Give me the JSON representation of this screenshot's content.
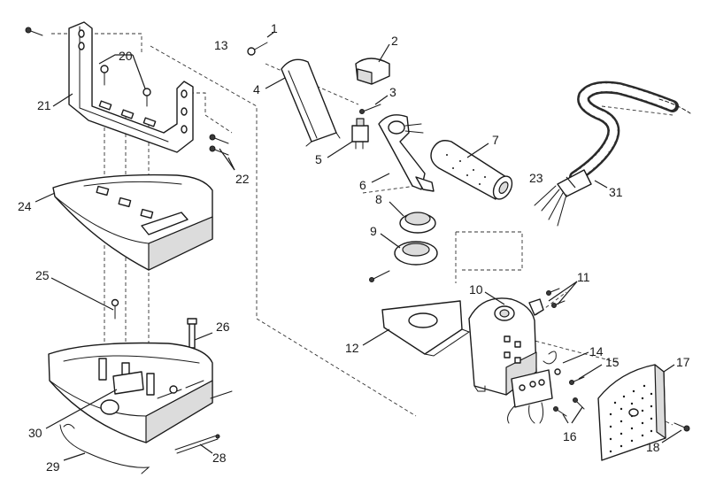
{
  "labels": [
    {
      "id": "1",
      "text": "1"
    },
    {
      "id": "2",
      "text": "2"
    },
    {
      "id": "3",
      "text": "3"
    },
    {
      "id": "4",
      "text": "4"
    },
    {
      "id": "5",
      "text": "5"
    },
    {
      "id": "6",
      "text": "6"
    },
    {
      "id": "7",
      "text": "7"
    },
    {
      "id": "8",
      "text": "8"
    },
    {
      "id": "9",
      "text": "9"
    },
    {
      "id": "10",
      "text": "10"
    },
    {
      "id": "11",
      "text": "11"
    },
    {
      "id": "12",
      "text": "12"
    },
    {
      "id": "13",
      "text": "13"
    },
    {
      "id": "14",
      "text": "14"
    },
    {
      "id": "15",
      "text": "15"
    },
    {
      "id": "16",
      "text": "16"
    },
    {
      "id": "17",
      "text": "17"
    },
    {
      "id": "18",
      "text": "18"
    },
    {
      "id": "20",
      "text": "20"
    },
    {
      "id": "21",
      "text": "21"
    },
    {
      "id": "22",
      "text": "22"
    },
    {
      "id": "23",
      "text": "23"
    },
    {
      "id": "24",
      "text": "24"
    },
    {
      "id": "25",
      "text": "25"
    },
    {
      "id": "26",
      "text": "26"
    },
    {
      "id": "28",
      "text": "28"
    },
    {
      "id": "29",
      "text": "29"
    },
    {
      "id": "30",
      "text": "30"
    },
    {
      "id": "31",
      "text": "31"
    }
  ],
  "colors": {
    "line": "#1a1a1a",
    "fill": "#ffffff",
    "shade": "#dcdcdc"
  }
}
